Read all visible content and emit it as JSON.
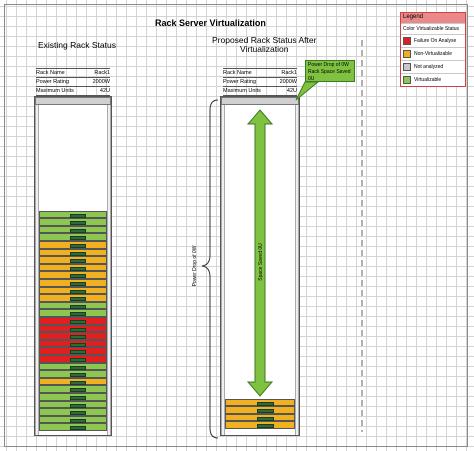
{
  "title": "Rack Server Virtualization",
  "existing": {
    "heading": "Existing Rack Status",
    "info": {
      "name_label": "Rack Name",
      "name_value": "Rack1",
      "power_label": "Power Rating",
      "power_value": "2000W",
      "units_label": "Maximum Units",
      "units_value": "42U"
    },
    "units": [
      "virtualizable",
      "virtualizable",
      "virtualizable",
      "virtualizable",
      "non-virtualizable",
      "non-virtualizable",
      "non-virtualizable",
      "non-virtualizable",
      "non-virtualizable",
      "non-virtualizable",
      "non-virtualizable",
      "non-virtualizable",
      "virtualizable",
      "virtualizable",
      "failure",
      "failure",
      "failure",
      "failure",
      "failure",
      "failure",
      "virtualizable",
      "virtualizable",
      "non-virtualizable",
      "virtualizable",
      "virtualizable",
      "virtualizable",
      "virtualizable",
      "virtualizable",
      "virtualizable"
    ]
  },
  "proposed": {
    "heading_line1": "Proposed Rack Status After",
    "heading_line2": "Virtualization",
    "info": {
      "name_label": "Rack Name",
      "name_value": "Rack1",
      "power_label": "Power Rating",
      "power_value": "2000W",
      "units_label": "Maximum Units",
      "units_value": "42U"
    },
    "units": [
      "non-virtualizable",
      "non-virtualizable",
      "non-virtualizable",
      "non-virtualizable"
    ],
    "space_label": "Space Saved 0U",
    "power_label": "Power Drop of 0W"
  },
  "callout": {
    "line1": "Power Drop of 0W",
    "line2": "Rack Space Saved 0U"
  },
  "legend": {
    "title": "Legend",
    "header": "Color Virtualizable Status",
    "items": [
      {
        "label": "Failure On Analyse",
        "color": "#e02020"
      },
      {
        "label": "Non-Virtualizable",
        "color": "#f0b020"
      },
      {
        "label": "Not analyzed",
        "color": "#c8c8c8"
      },
      {
        "label": "Virtualizable",
        "color": "#8ec652"
      }
    ]
  },
  "colors": {
    "virtualizable": "#8ec652",
    "non-virtualizable": "#f0b020",
    "failure": "#e02020",
    "arrow": "#7fc241"
  }
}
